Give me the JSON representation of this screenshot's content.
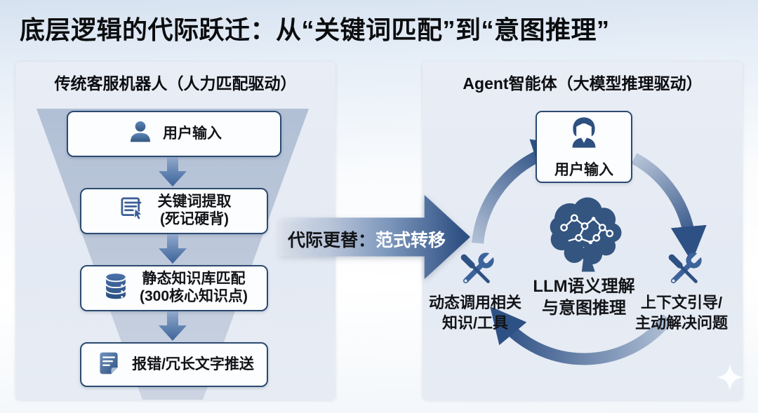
{
  "title": "底层逻辑的代际跃迁：从“关键词匹配”到“意图推理”",
  "left_panel": {
    "header": "传统客服机器人（人力匹配驱动）",
    "steps": [
      {
        "icon": "user-icon",
        "label": "用户输入"
      },
      {
        "icon": "keyword-extract-icon",
        "label": "关键词提取",
        "sublabel": "(死记硬背)"
      },
      {
        "icon": "database-icon",
        "label": "静态知识库匹配",
        "sublabel": "(300核心知识点)"
      },
      {
        "icon": "error-document-icon",
        "label": "报错/冗长文字推送"
      }
    ]
  },
  "transition": {
    "prefix": "代际更替：",
    "highlight": "范式转移"
  },
  "right_panel": {
    "header": "Agent智能体（大模型推理驱动）",
    "top_node": {
      "icon": "agent-user-icon",
      "label": "用户输入"
    },
    "center_node": {
      "icon": "brain-network-icon",
      "line1": "LLM语义理解",
      "line2": "与意图推理"
    },
    "left_node": {
      "icon": "tools-icon",
      "line1": "动态调用相关",
      "line2": "知识/工具"
    },
    "right_node": {
      "icon": "tools-icon",
      "line1": "上下文引导/",
      "line2": "主动解决问题"
    }
  },
  "colors": {
    "accent_dark": "#2e4f82",
    "accent_mid": "#3c639b",
    "panel_bg": "#e7ecf4",
    "funnel": "#b3c1d7",
    "arc_light": "#b7c4d8"
  }
}
